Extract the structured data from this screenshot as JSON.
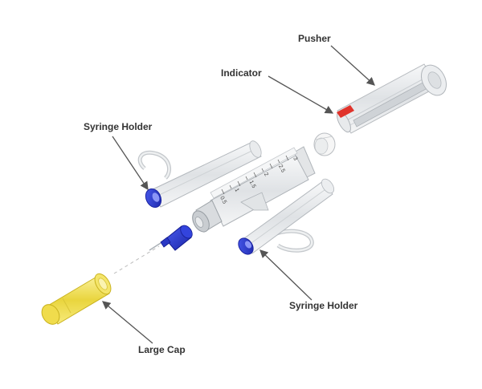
{
  "labels": {
    "pusher": "Pusher",
    "indicator": "Indicator",
    "syringe_holder_top": "Syringe Holder",
    "syringe_holder_bottom": "Syringe Holder",
    "large_cap": "Large Cap"
  },
  "barrel_scale": [
    "0.5",
    "1",
    "1.5",
    "2",
    "2.5",
    "3"
  ],
  "colors": {
    "label_text": "#333333",
    "leader_line": "#555555",
    "indicator_red": "#e0332b",
    "holder_blue": "#2233cc",
    "cap_yellow": "#f2e25a",
    "plastic": "#e6e8ea"
  }
}
